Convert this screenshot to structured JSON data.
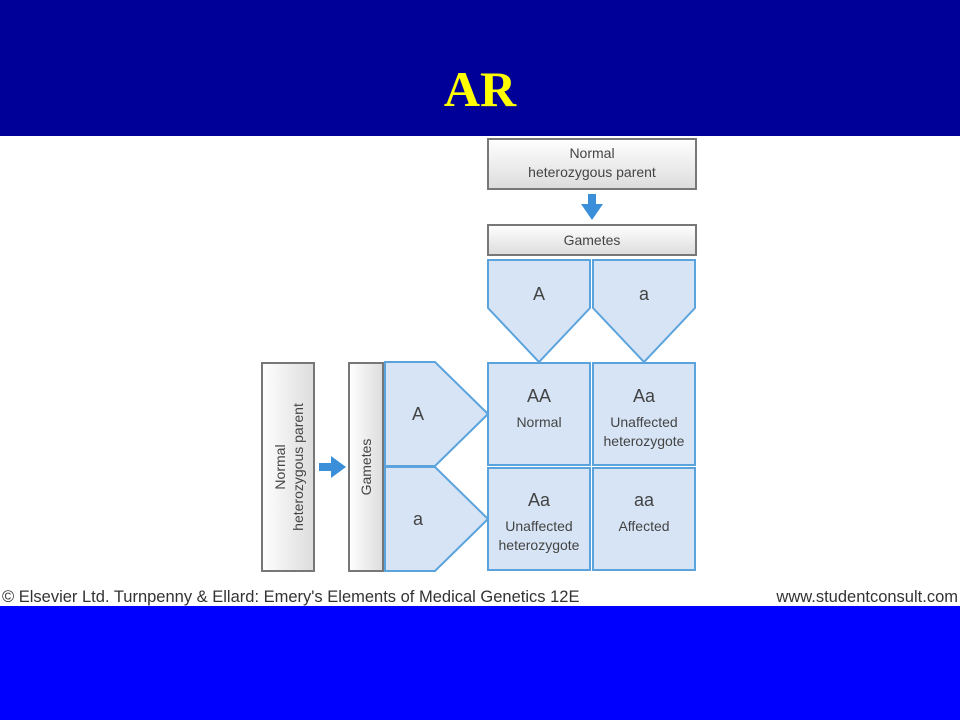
{
  "slide": {
    "title": "AR"
  },
  "colors": {
    "title_bar": "#000099",
    "slide_background": "#0000ff",
    "title_text": "#ffff00",
    "box_fill": "#d6e4f5",
    "box_stroke": "#5ba3dc",
    "arrow": "#3a8fd8"
  },
  "diagram": {
    "top_parent": {
      "line1": "Normal",
      "line2": "heterozygous parent"
    },
    "top_gametes_label": "Gametes",
    "top_gametes": [
      "A",
      "a"
    ],
    "left_parent": {
      "line1": "Normal",
      "line2": "heterozygous parent"
    },
    "left_gametes_label": "Gametes",
    "left_gametes": [
      "A",
      "a"
    ],
    "cells": [
      {
        "genotype": "AA",
        "line1": "Normal",
        "line2": ""
      },
      {
        "genotype": "Aa",
        "line1": "Unaffected",
        "line2": "heterozygote"
      },
      {
        "genotype": "Aa",
        "line1": "Unaffected",
        "line2": "heterozygote"
      },
      {
        "genotype": "aa",
        "line1": "Affected",
        "line2": ""
      }
    ]
  },
  "caption": {
    "left": "© Elsevier Ltd. Turnpenny & Ellard: Emery's Elements of Medical Genetics 12E",
    "right": "www.studentconsult.com"
  }
}
